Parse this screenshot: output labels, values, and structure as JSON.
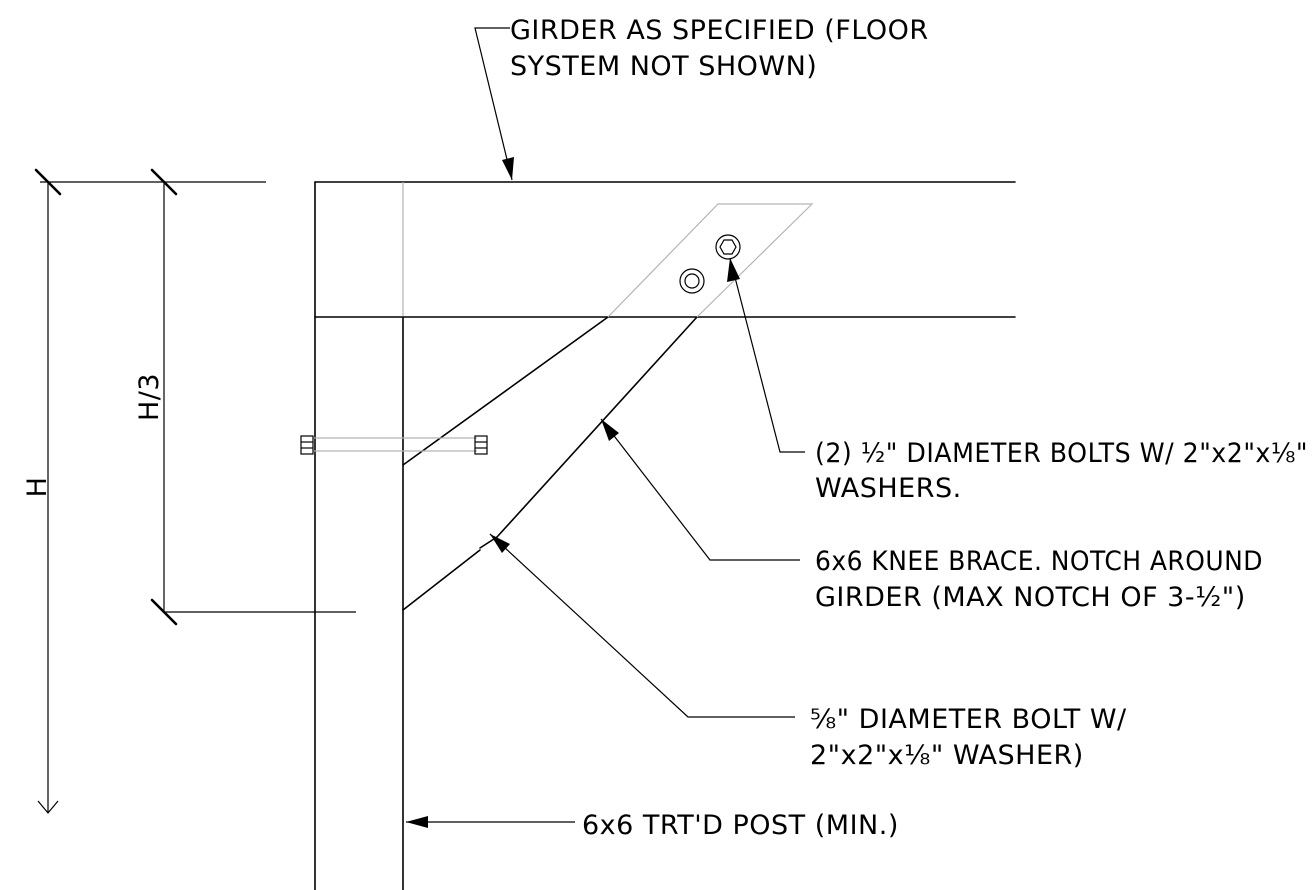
{
  "labels": {
    "girder_line1": "GIRDER AS SPECIFIED (FLOOR",
    "girder_line2": "SYSTEM NOT SHOWN)",
    "bolts_line1": "(2) ½\" DIAMETER BOLTS W/ 2\"x2\"x⅛\"",
    "bolts_line2": "WASHERS.",
    "brace_line1": "6x6 KNEE BRACE. NOTCH AROUND",
    "brace_line2": "GIRDER (MAX NOTCH OF 3-½\")",
    "bolt58_line1": "⅝\" DIAMETER BOLT W/",
    "bolt58_line2": "2\"x2\"x⅛\" WASHER)",
    "post": "6x6 TRT'D POST (MIN.)"
  },
  "dimensions": {
    "h": "H",
    "h_third": "H/3"
  }
}
